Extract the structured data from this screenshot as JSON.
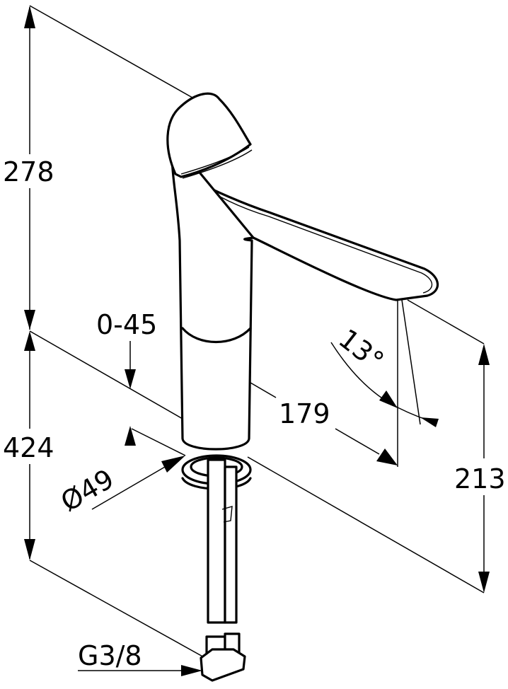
{
  "drawing": {
    "subject": "Single-lever basin mixer faucet dimension drawing",
    "colors": {
      "line": "#000000",
      "background": "#ffffff"
    },
    "dimensions": {
      "height_upper": "278",
      "height_lower": "424",
      "lever_travel": "0-45",
      "spout_reach": "179",
      "spout_angle": "13°",
      "spout_outlet_height": "213",
      "base_diameter": "Ø49",
      "connection_thread": "G3/8"
    }
  }
}
